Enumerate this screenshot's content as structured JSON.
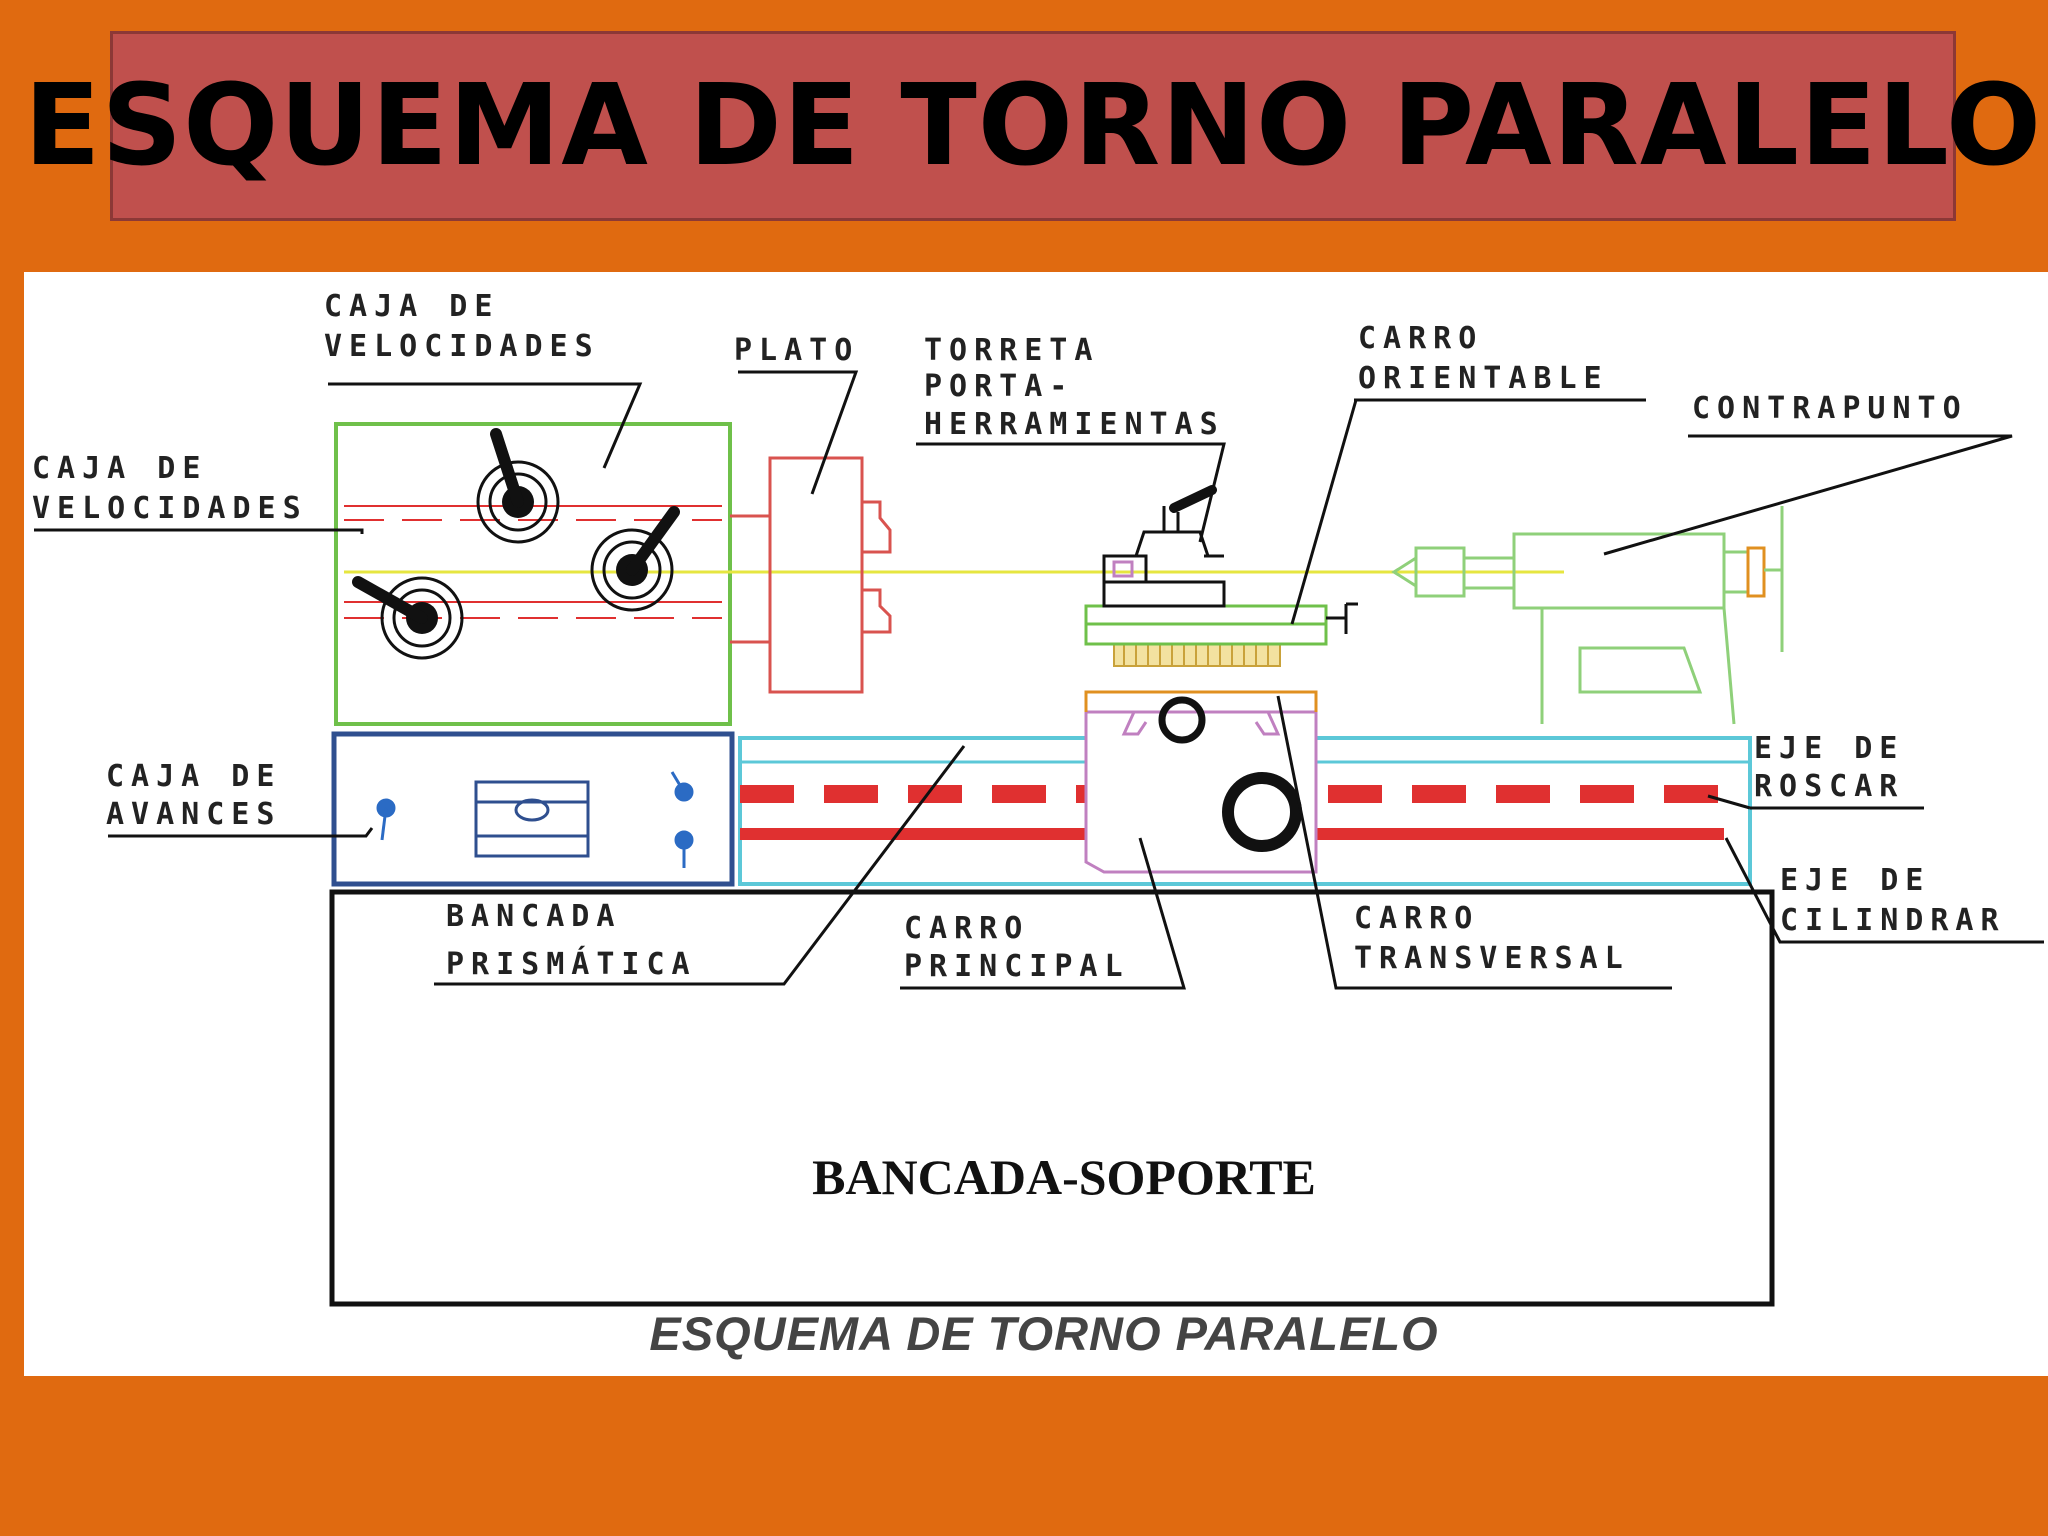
{
  "title": "ESQUEMA DE TORNO PARALELO",
  "caption": "ESQUEMA DE TORNO PARALELO",
  "base_label": "BANCADA-SOPORTE",
  "labels": {
    "caja_velocidades_top": [
      "CAJA DE",
      "VELOCIDADES"
    ],
    "caja_velocidades_left": [
      "CAJA DE",
      "VELOCIDADES"
    ],
    "plato": [
      "PLATO"
    ],
    "torreta": [
      "TORRETA",
      "PORTA-",
      "HERRAMIENTAS"
    ],
    "carro_orientable": [
      "CARRO",
      "ORIENTABLE"
    ],
    "contrapunto": [
      "CONTRAPUNTO"
    ],
    "caja_avances": [
      "CAJA DE",
      "AVANCES"
    ],
    "eje_roscar": [
      "EJE DE",
      "ROSCAR"
    ],
    "eje_cilindrar": [
      "EJE DE",
      "CILINDRAR"
    ],
    "bancada_prismatica": [
      "BANCADA",
      "PRISMÁTICA"
    ],
    "carro_principal": [
      "CARRO",
      "PRINCIPAL"
    ],
    "carro_transversal": [
      "CARRO",
      "TRANSVERSAL"
    ]
  },
  "colors": {
    "background": "#e06a10",
    "title_box": "#c0504d",
    "headstock": "#6fc04a",
    "feedbox": "#2f4f8f",
    "bed": "#5cc8d8",
    "chuck": "#d9534f",
    "axis": "#e6e640",
    "screw": "#e03030",
    "tailstock": "#8fd07a",
    "carriage": "#c080c0"
  }
}
